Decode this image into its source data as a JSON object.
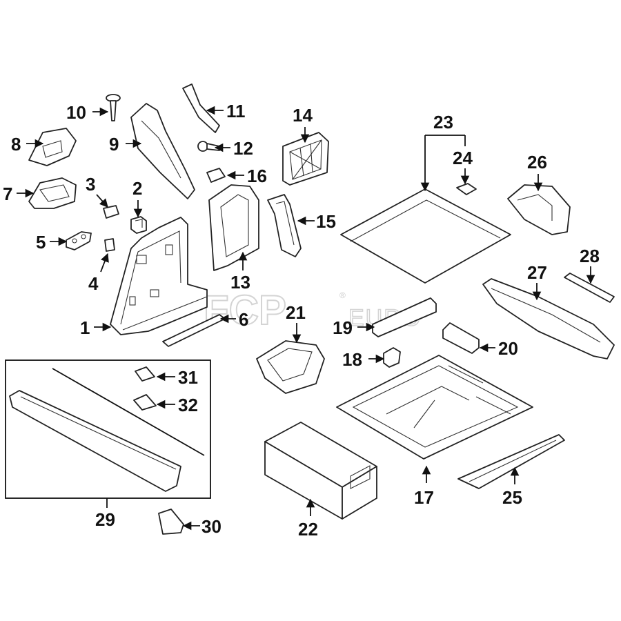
{
  "diagram": {
    "callouts": [
      "1",
      "2",
      "3",
      "4",
      "5",
      "6",
      "7",
      "8",
      "9",
      "10",
      "11",
      "12",
      "13",
      "14",
      "15",
      "16",
      "17",
      "18",
      "19",
      "20",
      "21",
      "22",
      "23",
      "24",
      "25",
      "26",
      "27",
      "28",
      "29",
      "30",
      "31",
      "32"
    ]
  },
  "watermark": {
    "brand": "FCP",
    "sub": "EURO",
    "reg": "®"
  },
  "colors": {
    "line": "#222222",
    "background": "#ffffff",
    "watermark": "#d4d4d4"
  }
}
